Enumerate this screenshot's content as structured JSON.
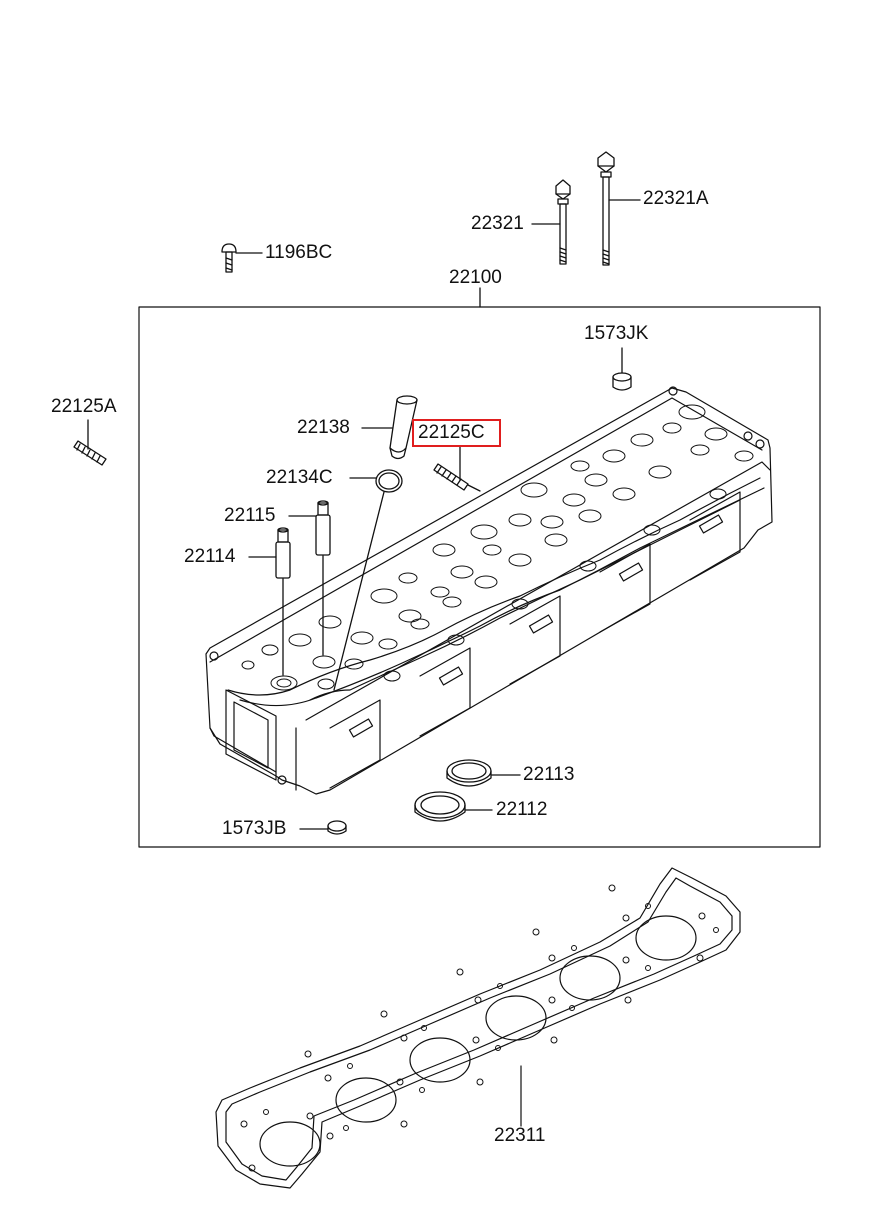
{
  "labels": {
    "p22321": "22321",
    "p22321A": "22321A",
    "p1196BC": "1196BC",
    "p22100": "22100",
    "p1573JK": "1573JK",
    "p22125A": "22125A",
    "p22138": "22138",
    "p22125C": "22125C",
    "p22134C": "22134C",
    "p22115": "22115",
    "p22114": "22114",
    "p22113": "22113",
    "p22112": "22112",
    "p1573JB": "1573JB",
    "p22311": "22311"
  },
  "highlight_color": "#e01e1e",
  "line_color": "#111111"
}
